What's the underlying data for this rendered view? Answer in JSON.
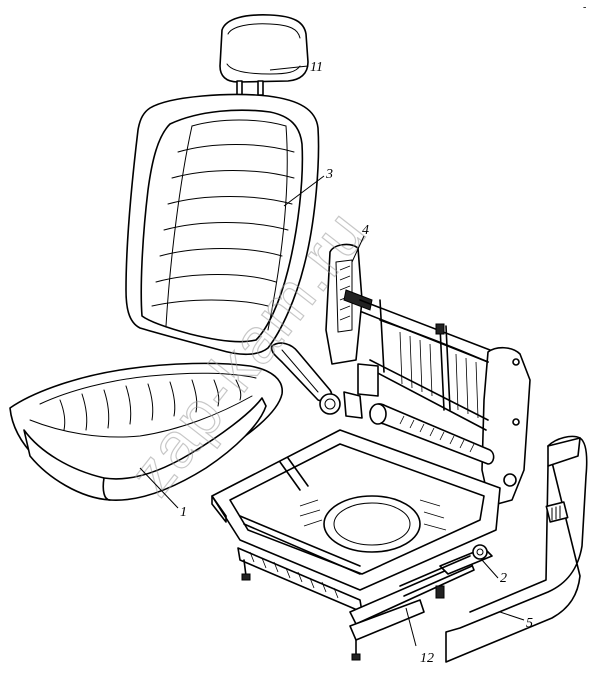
{
  "watermark": "zap-kam.ru",
  "corner_mark": "-",
  "callouts": [
    {
      "id": "1",
      "label": "1"
    },
    {
      "id": "2",
      "label": "2"
    },
    {
      "id": "3",
      "label": "3"
    },
    {
      "id": "4",
      "label": "4"
    },
    {
      "id": "5",
      "label": "5"
    },
    {
      "id": "11",
      "label": "11"
    },
    {
      "id": "12",
      "label": "12"
    }
  ]
}
